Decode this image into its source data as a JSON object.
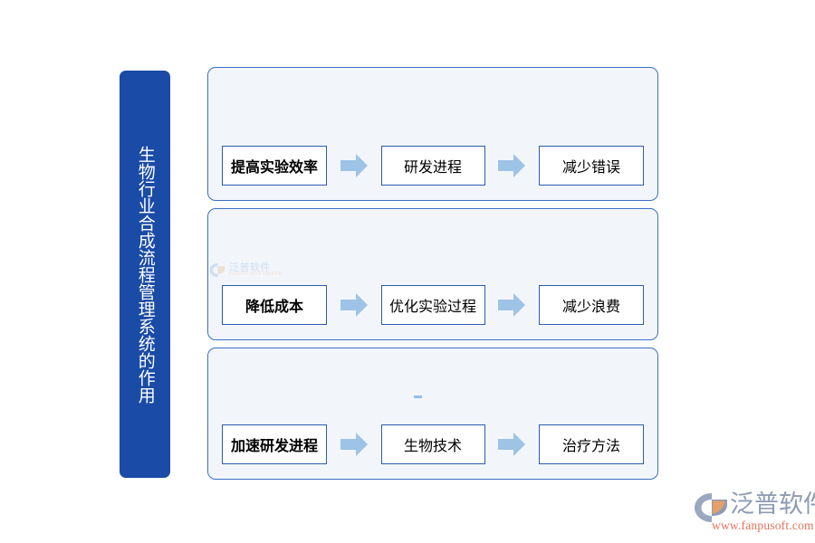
{
  "sidebar": {
    "title": "生物行业合成流程管理系统的作用"
  },
  "colors": {
    "sidebar_bg": "#1A4BA6",
    "panel_bg": "#F2F6FB",
    "panel_border": "#3B6FC4",
    "node_border": "#2A5CAF",
    "arrow_fill": "#9DC3E6",
    "logo_text": "#8E9BB3",
    "logo_url": "#E2725B"
  },
  "flow_rows": [
    {
      "id": "row1",
      "nodes": [
        {
          "label": "提高实验效率",
          "bold": true
        },
        {
          "label": "研发进程",
          "bold": false
        },
        {
          "label": "减少错误",
          "bold": false
        }
      ],
      "arrows": [
        "arrow-right-icon",
        "arrow-right-icon"
      ]
    },
    {
      "id": "row2",
      "nodes": [
        {
          "label": "降低成本",
          "bold": true
        },
        {
          "label": "优化实验过程",
          "bold": false
        },
        {
          "label": "减少浪费",
          "bold": false
        }
      ],
      "arrows": [
        "arrow-right-icon",
        "arrow-right-icon"
      ]
    },
    {
      "id": "row3",
      "nodes": [
        {
          "label": "加速研发进程",
          "bold": true
        },
        {
          "label": "生物技术",
          "bold": false
        },
        {
          "label": "治疗方法",
          "bold": false
        }
      ],
      "arrows": [
        "arrow-right-icon",
        "arrow-right-icon"
      ]
    }
  ],
  "watermark": {
    "cn": "泛普软件",
    "en": "FANPU SOFTWARE"
  },
  "logo": {
    "cn": "泛普软件",
    "url": "www.fanpusoft.com"
  }
}
